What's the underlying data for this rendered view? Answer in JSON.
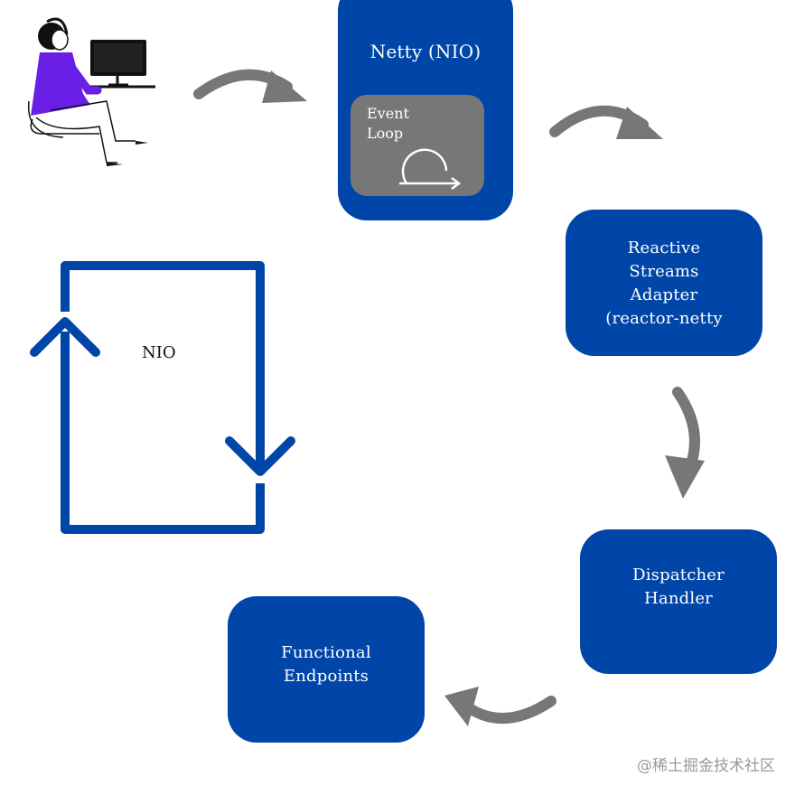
{
  "diagram": {
    "nodes": {
      "netty": "Netty (NIO)",
      "event_loop": "Event\n Loop",
      "reactive_adapter": "Reactive\nStreams\nAdapter\n(reactor-netty",
      "dispatcher": "Dispatcher\nHandler",
      "functional": "Functional\nEndpoints"
    },
    "nio_loop_label": "NIO",
    "watermark": "@稀土掘金技术社区"
  },
  "colors": {
    "box_blue": "#0046a8",
    "event_loop_gray": "#777777",
    "arrow_gray": "#777777",
    "loop_blue": "#0046a8",
    "person_purple": "#6a1fe6"
  },
  "icons": {
    "user": "person-at-computer-illustration",
    "loop": "cycle-arrow-icon"
  }
}
